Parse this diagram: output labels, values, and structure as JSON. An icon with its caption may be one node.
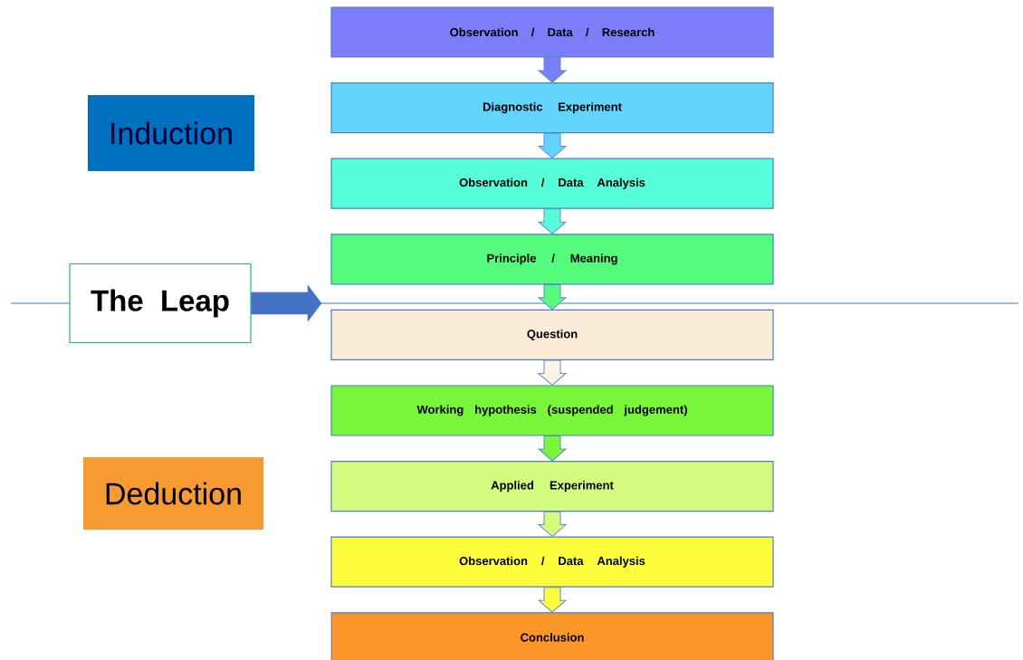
{
  "diagram": {
    "nodes": [
      {
        "text": [
          "Observation / Data / Research"
        ]
      },
      {
        "text": [
          "Diagnostic Experiment"
        ]
      },
      {
        "text": [
          "Observation / Data Analysis"
        ]
      },
      {
        "text": [
          "Principle / Meaning"
        ]
      },
      {
        "text": [
          "Question"
        ]
      },
      {
        "text": [
          "Working hypothesis (suspended judgement)"
        ]
      },
      {
        "text": [
          "Applied Experiment"
        ]
      },
      {
        "text": [
          "Observation / Data Analysis"
        ]
      },
      {
        "text": [
          "Conclusion"
        ]
      },
      {
        "text": [
          "Induction"
        ]
      },
      {
        "text": [
          "The Leap"
        ]
      },
      {
        "text": [
          "Deduction"
        ]
      }
    ],
    "edges": [
      {
        "from": 0,
        "to": 1,
        "arrow": "to",
        "color": "#7b7ef8"
      },
      {
        "from": 1,
        "to": 2,
        "arrow": "to",
        "color": "#63d4fd"
      },
      {
        "from": 2,
        "to": 3,
        "arrow": "to",
        "color": "#55fed8"
      },
      {
        "from": 3,
        "to": 4,
        "arrow": "to",
        "color": "#55fb7d"
      },
      {
        "from": 4,
        "to": 5,
        "arrow": "to",
        "color": "#fdf3e6"
      },
      {
        "from": 5,
        "to": 6,
        "arrow": "to",
        "color": "#7af63a"
      },
      {
        "from": 6,
        "to": 7,
        "arrow": "to",
        "color": "#d4fc7f"
      },
      {
        "from": 7,
        "to": 8,
        "arrow": "to",
        "color": "#fdfd3c"
      },
      {
        "from": 10,
        "to": null,
        "arrow": "to",
        "color": "#4472c4",
        "style": "thick"
      }
    ]
  }
}
